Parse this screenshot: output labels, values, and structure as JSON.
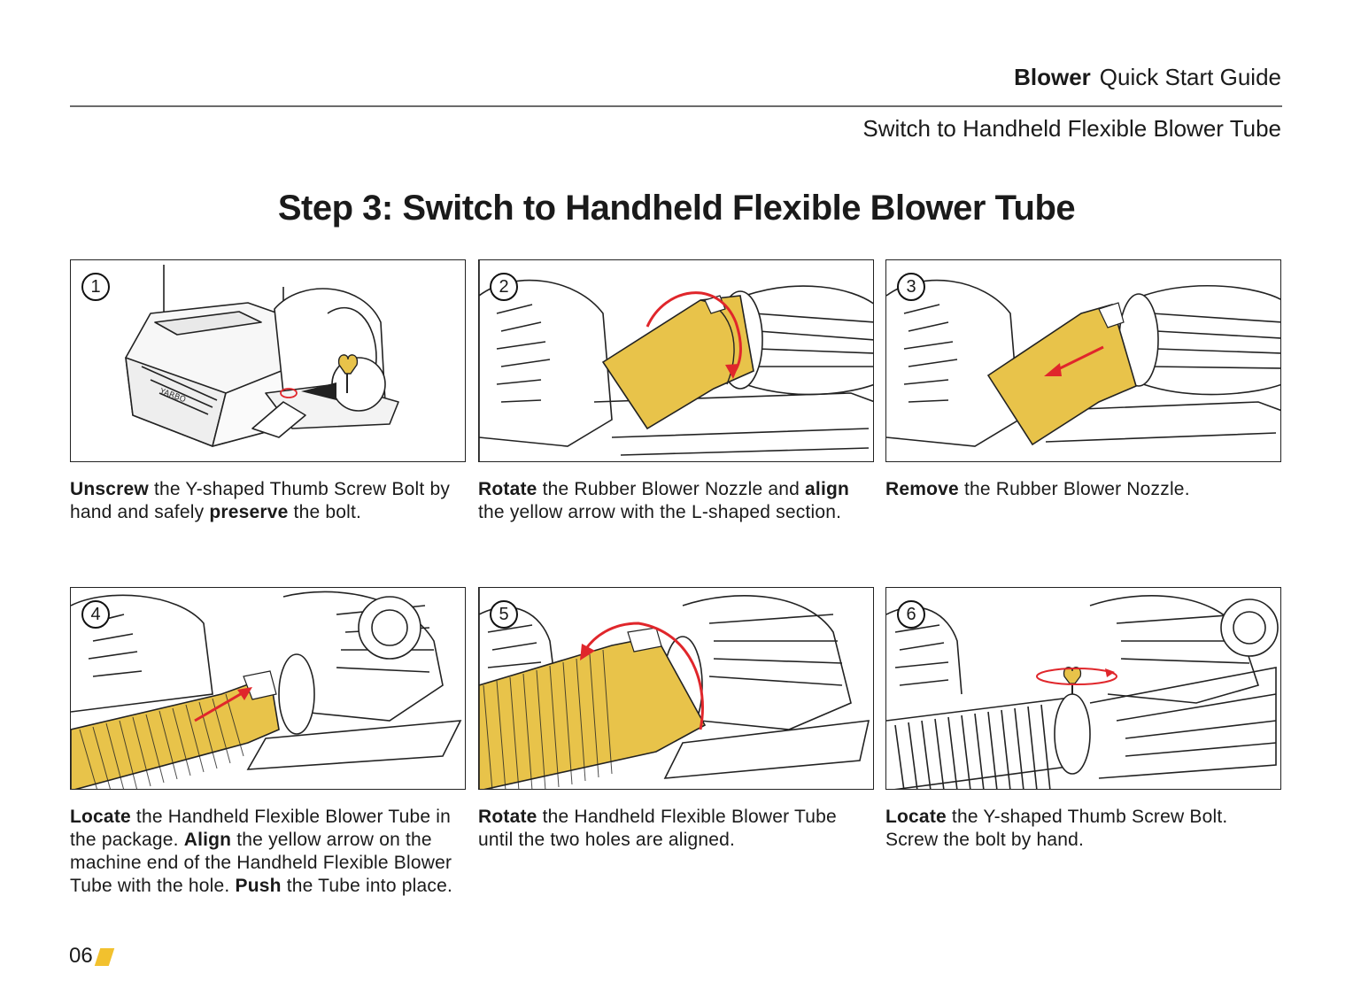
{
  "header": {
    "brand": "Blower",
    "title": "Quick Start Guide",
    "section": "Switch to Handheld Flexible Blower Tube"
  },
  "heading": "Step 3: Switch to Handheld Flexible Blower Tube",
  "machine_logo": "YARBO",
  "colors": {
    "accent": "#e8c34a",
    "arrow": "#e0262b",
    "line": "#222222"
  },
  "steps": [
    {
      "num": "1",
      "caption": [
        {
          "b": "Unscrew"
        },
        {
          "t": " the Y-shaped Thumb Screw Bolt by hand and safely "
        },
        {
          "b": "preserve"
        },
        {
          "t": " the bolt."
        }
      ]
    },
    {
      "num": "2",
      "caption": [
        {
          "b": "Rotate"
        },
        {
          "t": " the Rubber Blower Nozzle and "
        },
        {
          "b": "align"
        },
        {
          "t": " the yellow arrow with the L-shaped section."
        }
      ]
    },
    {
      "num": "3",
      "caption": [
        {
          "b": "Remove"
        },
        {
          "t": " the Rubber Blower Nozzle."
        }
      ]
    },
    {
      "num": "4",
      "caption": [
        {
          "b": "Locate"
        },
        {
          "t": " the Handheld Flexible Blower Tube in the package. "
        },
        {
          "b": "Align"
        },
        {
          "t": " the yellow arrow on the machine end of the Handheld Flexible Blower Tube with the hole. "
        },
        {
          "b": "Push"
        },
        {
          "t": " the Tube into place."
        }
      ]
    },
    {
      "num": "5",
      "caption": [
        {
          "b": "Rotate"
        },
        {
          "t": " the Handheld Flexible Blower Tube until the two holes are aligned."
        }
      ]
    },
    {
      "num": "6",
      "caption": [
        {
          "b": "Locate"
        },
        {
          "t": " the Y-shaped Thumb Screw Bolt. Screw the bolt by hand."
        }
      ]
    }
  ],
  "page_number": "06"
}
